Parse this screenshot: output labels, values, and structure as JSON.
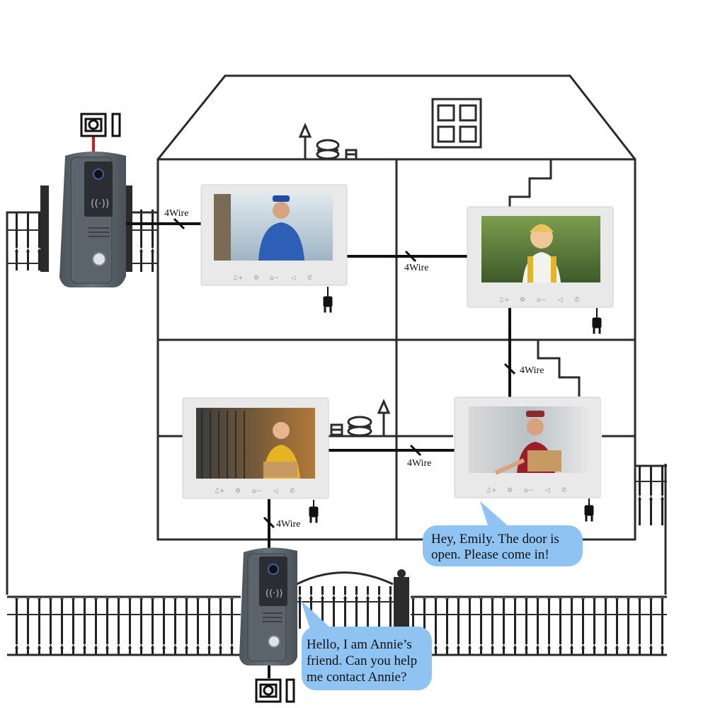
{
  "wire_labels": {
    "top_left": "4Wire",
    "top_middle": "4Wire",
    "right_vertical": "4Wire",
    "bottom_middle": "4Wire",
    "bottom_left_vertical": "4Wire"
  },
  "bubbles": {
    "resident": {
      "lines": [
        "Hey, Emily. The door is",
        "open. Please come in!"
      ],
      "color": "#8ec3f2"
    },
    "visitor": {
      "lines": [
        "Hello, I am Annie’s",
        "friend. Can you help",
        "me contact Annie?"
      ],
      "color": "#8ec3f2"
    }
  },
  "monitor_buttons": [
    "bell-volume-icon",
    "settings-icon",
    "unlock-icon",
    "intercom-icon",
    "call-icon"
  ],
  "colors": {
    "line": "#2b2b2b",
    "monitor_frame": "#e9e9e9",
    "outdoor_unit": "#5f676e",
    "power_wire": "#d11a1a"
  }
}
